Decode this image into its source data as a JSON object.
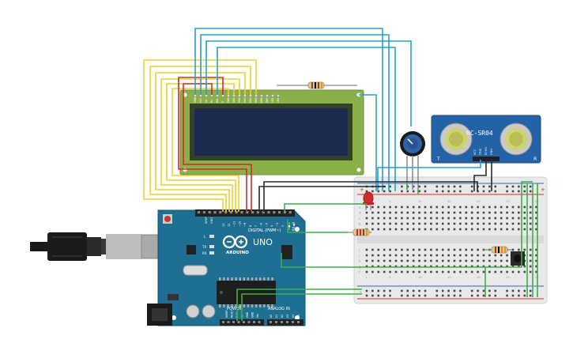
{
  "arduino": {
    "brand": "ARDUINO",
    "model": "UNO",
    "digital_label": "DIGITAL (PWM~)",
    "power_label": "POWER",
    "analog_label": "ANALOG IN",
    "aref": "AREF",
    "gnd": "GND",
    "tx_label": "TX",
    "rx_label": "RX",
    "txpin": "TX▶1",
    "rxpin": "RX◀0",
    "l_label": "L",
    "power_pins": [
      "IOREF",
      "RESET",
      "3.3V",
      "5V",
      "GND",
      "GND",
      "Vin"
    ],
    "analog_pins": [
      "A0",
      "A1",
      "A2",
      "A3",
      "A4",
      "A5"
    ],
    "digital_pins": [
      "13",
      "12",
      "~11",
      "~10",
      "~9",
      "8",
      "7",
      "~6",
      "~5",
      "4",
      "~3",
      "2"
    ]
  },
  "lcd": {
    "pin_labels": [
      "GND",
      "VCC",
      "V0",
      "RS",
      "RW",
      "E",
      "DB0",
      "DB1",
      "DB2",
      "DB3",
      "DB4",
      "DB5",
      "DB6",
      "DB7",
      "LED",
      "LED"
    ]
  },
  "sensor": {
    "name": "HC-SR04",
    "pin_labels": [
      "VCC",
      "TRIG",
      "ECHO",
      "GND"
    ],
    "t_mark": "T",
    "r_mark": "R"
  },
  "breadboard": {
    "plus": "+",
    "minus": "-",
    "row_letters_top": [
      "a",
      "b",
      "c",
      "d",
      "e"
    ],
    "row_letters_bottom": [
      "f",
      "g",
      "h",
      "i",
      "j"
    ],
    "column_numbers": [
      "1",
      "5",
      "10",
      "15",
      "20",
      "25",
      "30"
    ]
  },
  "colors": {
    "board": "#1f6f93",
    "lcd_pcb": "#8ab04a",
    "lcd_screen": "#1c2a4e",
    "sensor_pcb": "#2462a8",
    "wire_yellow": "#f0cf2a",
    "wire_red": "#d22b2b",
    "wire_blue": "#2a9fd0",
    "wire_black": "#2a2a2a",
    "wire_green": "#3cae4a"
  }
}
